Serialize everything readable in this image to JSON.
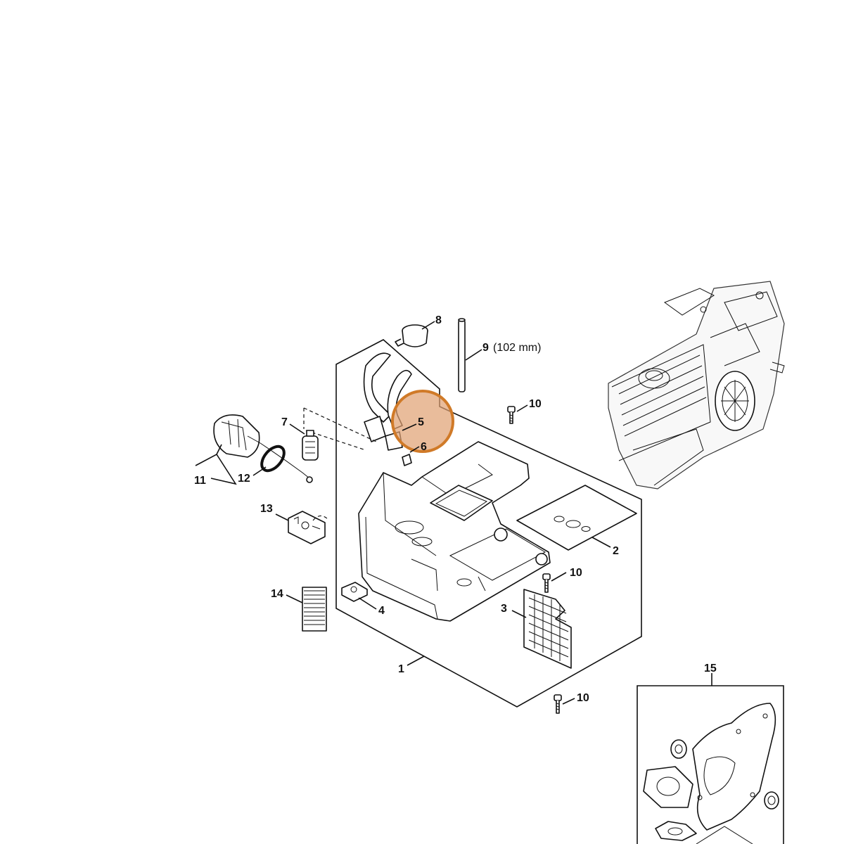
{
  "labels": {
    "p1": "1",
    "p2": "2",
    "p3": "3",
    "p4": "4",
    "p5": "5",
    "p6": "6",
    "p7": "7",
    "p8": "8",
    "p9": "9",
    "p9_note": "(102 mm)",
    "p10a": "10",
    "p10b": "10",
    "p10c": "10",
    "p11": "11",
    "p12": "12",
    "p13": "13",
    "p14": "14",
    "p15": "15"
  },
  "highlight": {
    "color": "#e0a070",
    "ring_color": "#d07a28",
    "target": "5"
  },
  "colors": {
    "line": "#111111",
    "background": "#ffffff"
  }
}
